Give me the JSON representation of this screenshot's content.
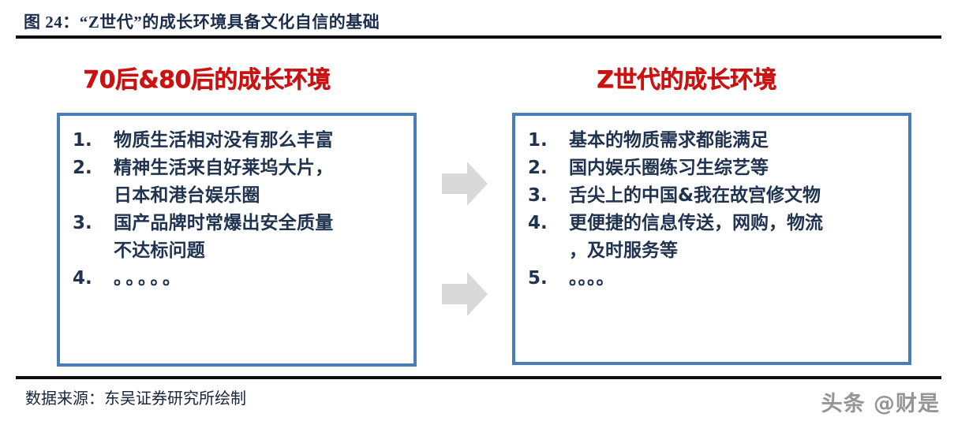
{
  "figure": {
    "title": "图 24：“Z世代”的成长环境具备文化自信的基础",
    "source_note": "数据来源：东吴证券研究所绘制",
    "watermark": "头条 @财是"
  },
  "colors": {
    "heading_red": "#cc1111",
    "box_border_blue": "#4a7ebb",
    "body_text_navy": "#1f3350",
    "rule_black": "#0d0d0d",
    "arrow_grey": "#d9d9d9"
  },
  "left_panel": {
    "heading": "70后&80后的成长环境",
    "items": [
      {
        "num": "1.",
        "text": "物质生活相对没有那么丰富"
      },
      {
        "num": "2.",
        "text": "精神生活来自好莱坞大片，\n日本和港台娱乐圈"
      },
      {
        "num": "3.",
        "text": "国产品牌时常爆出安全质量\n不达标问题"
      },
      {
        "num": "4.",
        "text": "。。。。。"
      }
    ]
  },
  "right_panel": {
    "heading": "Z世代的成长环境",
    "items": [
      {
        "num": "1.",
        "text": "基本的物质需求都能满足"
      },
      {
        "num": "2.",
        "text": "国内娱乐圈练习生综艺等"
      },
      {
        "num": "3.",
        "text": "舌尖上的中国&我在故宫修文物"
      },
      {
        "num": "4.",
        "text": "更便捷的信息传送，网购，物流\n，及时服务等"
      },
      {
        "num": "5.",
        "text": "。。。。"
      }
    ]
  },
  "arrows": [
    {
      "name": "arrow-top",
      "direction": "right"
    },
    {
      "name": "arrow-bottom",
      "direction": "right"
    }
  ]
}
